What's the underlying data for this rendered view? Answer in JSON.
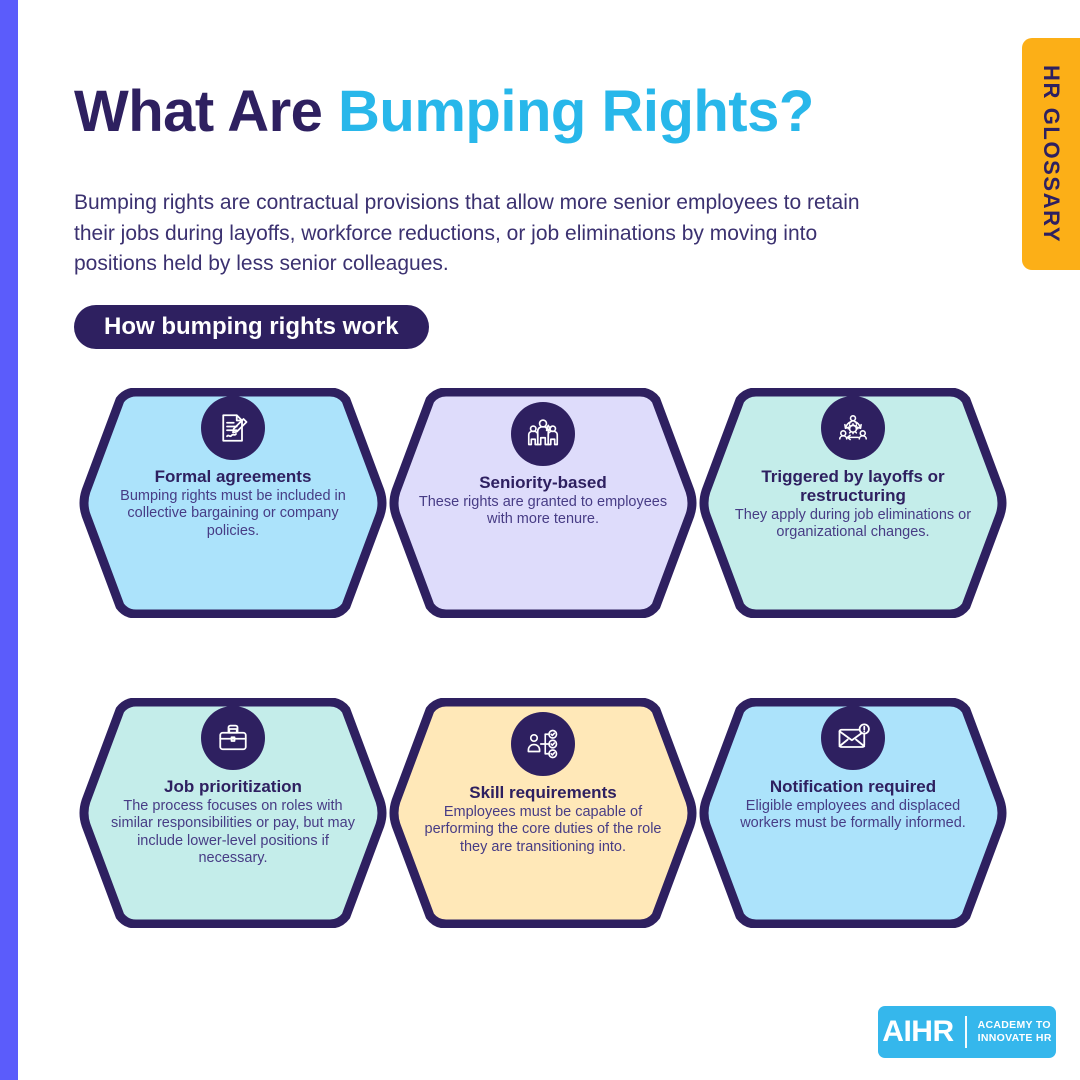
{
  "brand": {
    "glossary_tab_label": "HR GLOSSARY",
    "logo_mark": "AIHR",
    "logo_tagline_line1": "ACADEMY TO",
    "logo_tagline_line2": "INNOVATE HR"
  },
  "header": {
    "title_plain": "What Are ",
    "title_highlight": "Bumping Rights?",
    "intro": "Bumping rights are contractual provisions that allow more senior employees to retain their jobs during layoffs, workforce reductions, or job eliminations by moving into positions held by less senior colleagues."
  },
  "section": {
    "pill_label": "How bumping rights work"
  },
  "colors": {
    "background": "#FFFFFF",
    "left_stripe": "#5B5CFB",
    "deep_purple": "#2E2060",
    "accent_cyan": "#28B7EA",
    "accent_amber": "#FCAF17",
    "logo_blue": "#35B7EC",
    "hex_light_blue": "#ACE3FB",
    "hex_lavender": "#DEDCFB",
    "hex_mint": "#C4EDEA",
    "hex_cream": "#FFE8B8"
  },
  "hexagons": [
    {
      "id": "formal-agreements",
      "icon": "document-signature-icon",
      "title": "Formal agreements",
      "desc": "Bumping rights must be included in collective bargaining or company policies.",
      "fill": "#ACE3FB"
    },
    {
      "id": "seniority-based",
      "icon": "people-group-icon",
      "title": "Seniority-based",
      "desc": "These rights are granted to employees with more tenure.",
      "fill": "#DEDCFB"
    },
    {
      "id": "triggered-by-layoffs",
      "icon": "restructuring-cycle-icon",
      "title": "Triggered by layoffs or restructuring",
      "desc": "They apply during job eliminations or organizational changes.",
      "fill": "#C4EDEA"
    },
    {
      "id": "job-prioritization",
      "icon": "briefcase-icon",
      "title": "Job prioritization",
      "desc": "The process focuses on roles with similar responsibilities or pay, but may include lower-level positions if necessary.",
      "fill": "#C4EDEA"
    },
    {
      "id": "skill-requirements",
      "icon": "person-checklist-icon",
      "title": "Skill requirements",
      "desc": "Employees must be capable of performing the core duties of the role they are transitioning into.",
      "fill": "#FFE8B8"
    },
    {
      "id": "notification-required",
      "icon": "envelope-alert-icon",
      "title": "Notification required",
      "desc": "Eligible employees and displaced workers must be formally informed.",
      "fill": "#ACE3FB"
    }
  ]
}
